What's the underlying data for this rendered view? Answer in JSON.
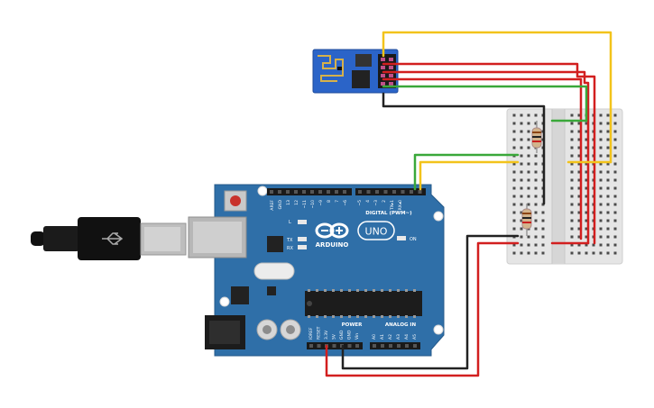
{
  "board": {
    "brand": "ARDUINO",
    "model": "UNO",
    "digital_header": "DIGITAL (PWM~)",
    "power_header": "POWER",
    "analog_header": "ANALOG IN",
    "on_label": "ON",
    "led_l": "L",
    "led_tx": "TX",
    "led_rx": "RX",
    "aref": "AREF",
    "gnd": "GND",
    "digital_pins": [
      "13",
      "12",
      "~11",
      "~10",
      "~9",
      "8",
      "7",
      "~6",
      "~5",
      "4",
      "~3",
      "2",
      "TX▸1",
      "RX◂0"
    ],
    "power_pins": [
      "IOREF",
      "RESET",
      "3.3V",
      "5V",
      "GND",
      "GND",
      "Vin"
    ],
    "analog_pins": [
      "A0",
      "A1",
      "A2",
      "A3",
      "A4",
      "A5"
    ]
  },
  "colors": {
    "board": "#2f6fa8",
    "wire_yellow": "#f2c31b",
    "wire_red": "#d21f1f",
    "wire_green": "#3aa83a",
    "wire_black": "#222222",
    "breadboard": "#e4e4e4",
    "esp_module": "#2b64c8"
  },
  "icons": [
    "usb-cable-icon",
    "arduino-infinity-logo",
    "wifi-antenna-trace"
  ]
}
